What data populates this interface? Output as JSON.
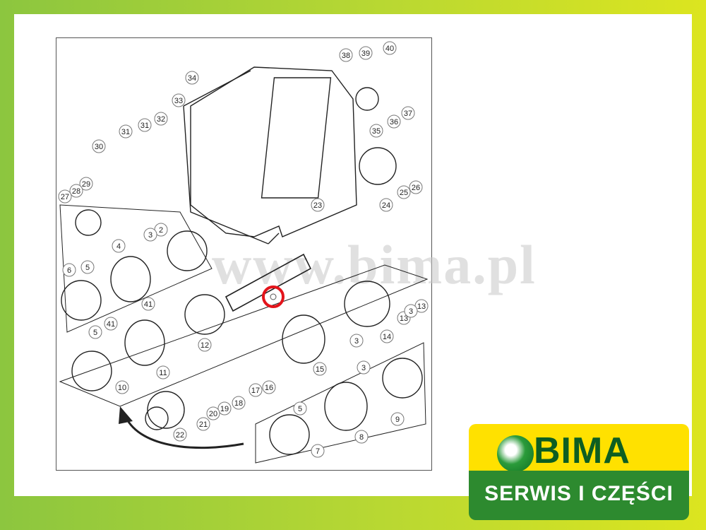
{
  "watermark": {
    "text": "www.bima.pl"
  },
  "logo": {
    "brand": "BIMA",
    "tagline": "SERWIS I CZĘŚCI"
  },
  "callouts": [
    "38",
    "39",
    "40",
    "34",
    "33",
    "32",
    "31",
    "30",
    "36",
    "37",
    "35",
    "29",
    "28",
    "27",
    "25",
    "26",
    "24",
    "23",
    "2",
    "3",
    "4",
    "6",
    "5",
    "12",
    "11",
    "41",
    "10",
    "13",
    "14",
    "15",
    "16",
    "17",
    "18",
    "19",
    "20",
    "21",
    "22",
    "7",
    "8",
    "9"
  ],
  "highlight": {
    "color": "#e3141b"
  }
}
